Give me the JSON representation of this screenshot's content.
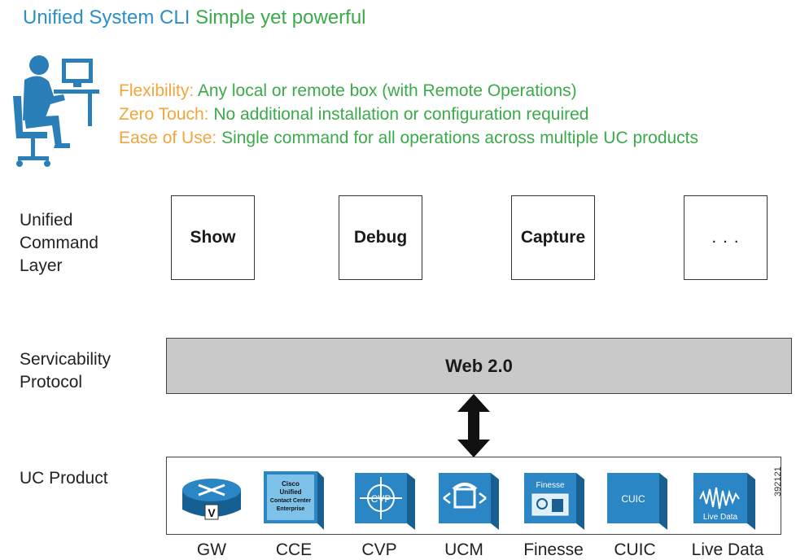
{
  "title": {
    "part1": "Unified System CLI",
    "part2": "Simple yet powerful"
  },
  "bullets": [
    {
      "label": "Flexibility:",
      "text": "Any local or remote box (with Remote Operations)"
    },
    {
      "label": "Zero Touch:",
      "text": "No additional installation or configuration required"
    },
    {
      "label": "Ease of Use:",
      "text": "Single command for all operations across multiple UC products"
    }
  ],
  "layers": {
    "command": {
      "line1": "Unified",
      "line2": "Command",
      "line3": "Layer"
    },
    "protocol": {
      "line1": "Servicability",
      "line2": "Protocol"
    },
    "product": {
      "line1": "UC Product"
    }
  },
  "commands": [
    "Show",
    "Debug",
    "Capture",
    ". . ."
  ],
  "protocol_label": "Web 2.0",
  "products": [
    "GW",
    "CCE",
    "CVP",
    "UCM",
    "Finesse",
    "CUIC",
    "Live Data"
  ],
  "icon_text": {
    "cce_lines": [
      "Cisco",
      "Unified",
      "Contact Center",
      "Enterprise"
    ],
    "cvp": "CVP",
    "finesse": "Finesse",
    "cuic": "CUIC",
    "live_data": "Live Data"
  },
  "figure_id": "392121",
  "colors": {
    "title_blue": "#2b8fc8",
    "green": "#3aaa4a",
    "orange": "#f0a63c",
    "icon_blue": "#1b6fa8",
    "protocol_gray": "#c9c9c9"
  }
}
